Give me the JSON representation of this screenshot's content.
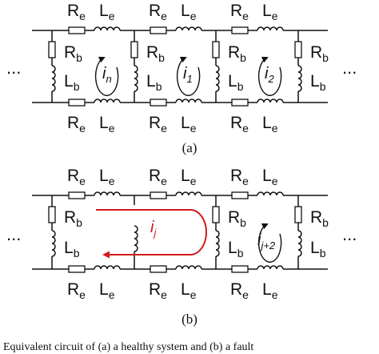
{
  "labels": {
    "R": "R",
    "L": "L",
    "sub_e": "e",
    "sub_b": "b",
    "dots": "..."
  },
  "figure_a": {
    "caption": "(a)",
    "loops": [
      {
        "main": "i",
        "sub": "n"
      },
      {
        "main": "i",
        "sub": "1"
      },
      {
        "main": "i",
        "sub": "2"
      }
    ]
  },
  "figure_b": {
    "caption": "(b)",
    "loops": [
      {
        "main": "i",
        "sub": "j"
      },
      {
        "main": "i",
        "sub": "j+2"
      }
    ]
  },
  "bottom_caption": "Equivalent circuit of (a) a healthy system and (b) a fault"
}
